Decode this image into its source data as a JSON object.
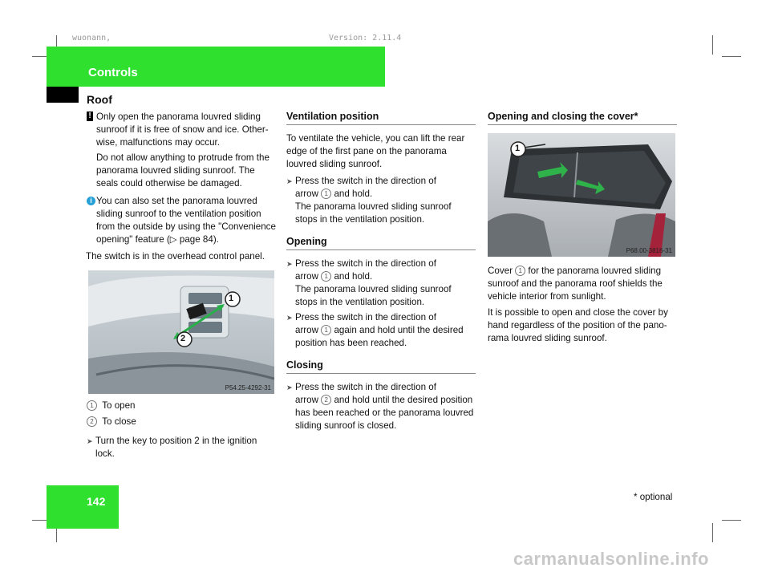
{
  "header": {
    "author": "wuonann,",
    "version": "Version: 2.11.4"
  },
  "section": "Controls",
  "subsection": "Roof",
  "col1": {
    "warning_mark": "!",
    "warning_p1": "Only open the panorama louvred sliding sunroof if it is free of snow and ice. Other-wise, malfunctions may occur.",
    "warning_p2": "Do not allow anything to protrude from the panorama louvred sliding sunroof. The seals could otherwise be damaged.",
    "info_mark": "i",
    "info_text": "You can also set the panorama louvred sliding sunroof to the ventilation position from the outside by using the \"Convenience opening\" feature (▷ page 84).",
    "switch_text": "The switch is in the overhead control panel.",
    "image_code": "P54.25-4292-31",
    "legend1_num": "1",
    "legend1": "To open",
    "legend2_num": "2",
    "legend2": "To close",
    "bullet": "Turn the key to position 2 in the ignition lock."
  },
  "col2": {
    "ventilation_heading": "Ventilation position",
    "ventilation_intro": "To ventilate the vehicle, you can lift the rear edge of the first pane on the panorama louvred sliding sunroof.",
    "ventilation_step_a": "Press the switch in the direction of",
    "ventilation_step_b": "arrow",
    "ventilation_step_c": "and hold.",
    "ventilation_step_d": "The panorama louvred sliding sunroof stops in the ventilation position.",
    "opening_heading": "Opening",
    "opening_step1_a": "Press the switch in the direction of",
    "opening_step1_c": "and hold.",
    "opening_step1_d": "The panorama louvred sliding sunroof stops in the ventilation position.",
    "opening_step2_a": "Press the switch in the direction of",
    "opening_step2_c": "again and hold until the desired",
    "opening_step2_d": "position has been reached.",
    "closing_heading": "Closing",
    "closing_step_a": "Press the switch in the direction of",
    "closing_step_c": "and hold until the desired position has been reached or the panorama louvred sliding sunroof is closed."
  },
  "col3": {
    "heading": "Opening and closing the cover*",
    "image_code": "P68.00-3816-31",
    "p1_a": "Cover",
    "p1_b": "for the panorama louvred sliding sunroof and the panorama roof shields the vehicle interior from sunlight.",
    "p2": "It is possible to open and close the cover by hand regardless of the position of the pano-rama louvred sliding sunroof."
  },
  "footer": {
    "page": "142",
    "footnote": "* optional",
    "watermark": "carmanualsonline.info"
  },
  "colors": {
    "green": "#2fe02f",
    "black": "#000000"
  }
}
